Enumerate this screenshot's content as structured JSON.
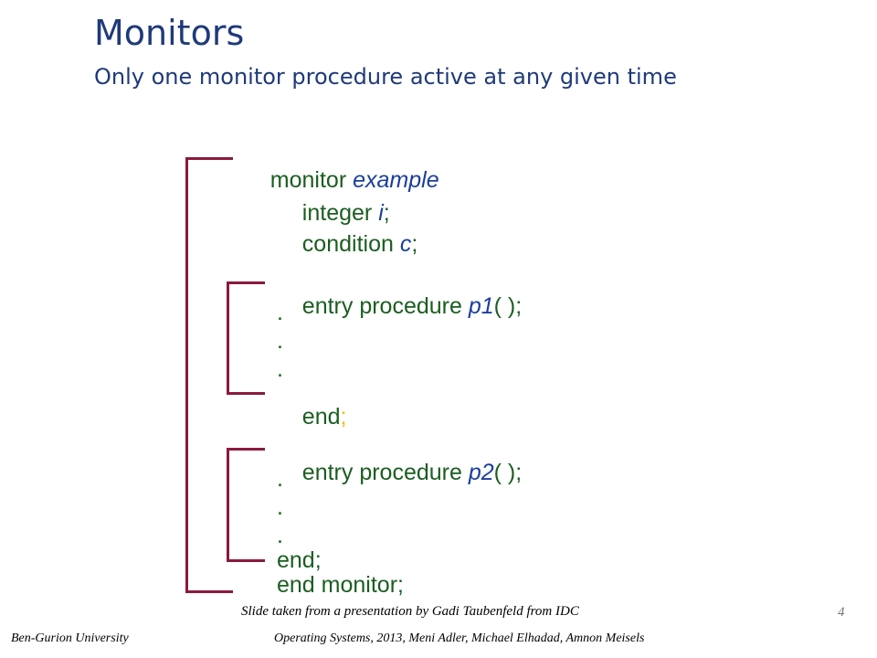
{
  "slide": {
    "title": "Monitors",
    "subtitle": "Only one monitor procedure active at any given time"
  },
  "code": {
    "monitor_kw": "monitor ",
    "monitor_name": "example",
    "int_kw": "integer ",
    "int_var": "i",
    "int_semi": ";",
    "cond_kw": "condition ",
    "cond_var": "c",
    "cond_semi": ";",
    "p1_kw": "entry procedure ",
    "p1_name": "p1",
    "p1_rest": "( );",
    "dot": ".",
    "end1_kw": "end",
    "end1_semi": ";",
    "p2_kw": "entry procedure ",
    "p2_name": "p2",
    "p2_rest": "( );",
    "end2": "end;",
    "end_monitor": "end monitor;"
  },
  "footer": {
    "credit": "Slide taken from a presentation by Gadi Taubenfeld from IDC",
    "university": "Ben-Gurion University",
    "course": "Operating Systems, 2013, Meni Adler, Michael Elhadad, Amnon Meisels",
    "page": "4"
  },
  "colors": {
    "title": "#1f3a7a",
    "code": "#1b5e20",
    "identifier": "#1a3e9e",
    "bracket": "#8b1a3c",
    "semi_highlight": "#e0c200"
  }
}
